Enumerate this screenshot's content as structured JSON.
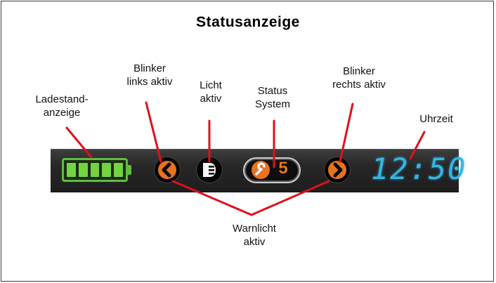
{
  "title": "Statusanzeige",
  "labels": {
    "ladestand": [
      "Ladestand-",
      "anzeige"
    ],
    "blinker_links": [
      "Blinker",
      "links aktiv"
    ],
    "licht": [
      "Licht",
      "aktiv"
    ],
    "status": [
      "Status",
      "System"
    ],
    "blinker_rechts": [
      "Blinker",
      "rechts aktiv"
    ],
    "uhrzeit": [
      "Uhrzeit"
    ],
    "warnlicht": [
      "Warnlicht",
      "aktiv"
    ]
  },
  "display": {
    "battery_level": 1.0,
    "battery_cells": 5,
    "status_number": "5",
    "clock": "12:50",
    "colors": {
      "battery": "#74d341",
      "indicator": "#e8731f",
      "clock": "#35b6e6",
      "pointer": "#e0101a"
    },
    "icons": {
      "left_indicator": "chevron-left-icon",
      "light": "headlight-icon",
      "status": "wrench-icon",
      "right_indicator": "chevron-right-icon"
    }
  }
}
